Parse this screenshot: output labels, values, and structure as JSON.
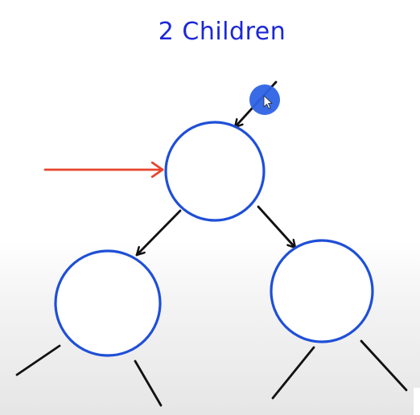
{
  "title": {
    "text": "2 Children"
  },
  "colors": {
    "title": "#1c27d6",
    "node_stroke": "#1f4fd8",
    "edge": "#111111",
    "pointer_arrow": "#e8452c",
    "cursor_dot": "#2f63e6"
  },
  "diagram": {
    "nodes": [
      "parent-node",
      "left-child-node",
      "right-child-node"
    ],
    "edges": [
      {
        "from": "parent-node",
        "to": "left-child-node"
      },
      {
        "from": "parent-node",
        "to": "right-child-node"
      }
    ]
  }
}
